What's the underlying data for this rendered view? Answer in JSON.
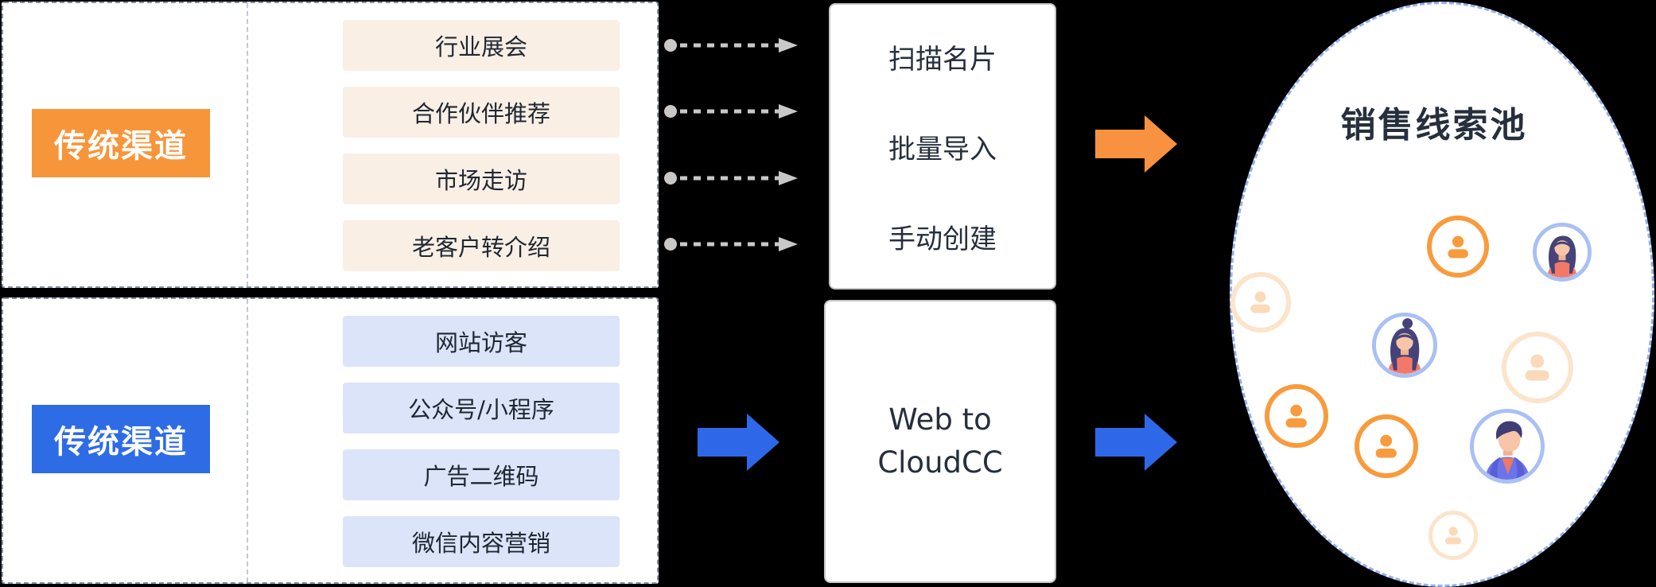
{
  "sections": {
    "traditional": {
      "label": "传统渠道",
      "items": [
        "行业展会",
        "合作伙伴推荐",
        "市场走访",
        "老客户转介绍"
      ]
    },
    "online": {
      "label": "传统渠道",
      "items": [
        "网站访客",
        "公众号/小程序",
        "广告二维码",
        "微信内容营销"
      ]
    }
  },
  "capture": {
    "manual_methods": [
      "扫描名片",
      "批量导入",
      "手动创建"
    ],
    "web_lines": [
      "Web to",
      "CloudCC"
    ]
  },
  "pool": {
    "title": "销售线索池"
  },
  "colors": {
    "traditional_label_bg": "#F7953B",
    "traditional_item_bg": "#F9EFE5",
    "online_label_bg": "#2E6CE6",
    "online_item_bg": "#DBE4F9",
    "dashed_arrow": "#C8C8C8",
    "orange_arrow": "#F89240",
    "blue_arrow": "#2E68E8",
    "pool_border": "#93B1EE",
    "panel_border": "#8592A4",
    "text_dark": "#262F3D",
    "avatar_orange": "#F89B3C",
    "avatar_faint": "#FCE4CB",
    "avatar_ring_blue": "#A9C0F4"
  },
  "icons": {
    "dashed-arrow-icon": "gray dot + dashed line + right arrowhead",
    "block-arrow-icon": "solid block arrow pointing right",
    "person-icon": "head and shoulders silhouette in circle",
    "avatar-woman-icon": "illustrated woman, long hair, coral top",
    "avatar-woman-bun-icon": "illustrated woman with hair bun, coral top",
    "avatar-man-icon": "illustrated man, dark hair, blue jacket, orange shirt"
  }
}
